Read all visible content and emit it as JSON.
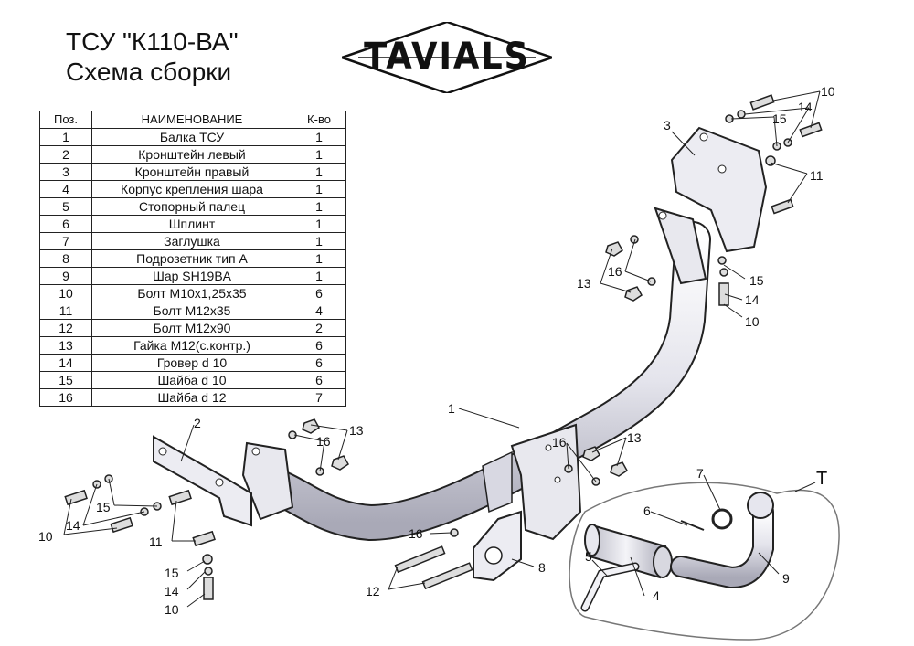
{
  "header": {
    "title_line1": "ТСУ  \"К110-ВА\"",
    "title_line2": "Схема сборки",
    "logo_text": "TAVIALS"
  },
  "table": {
    "headers": [
      "Поз.",
      "НАИМЕНОВАНИЕ",
      "К-во"
    ],
    "rows": [
      [
        "1",
        "Балка ТСУ",
        "1"
      ],
      [
        "2",
        "Кронштейн левый",
        "1"
      ],
      [
        "3",
        "Кронштейн правый",
        "1"
      ],
      [
        "4",
        "Корпус крепления шара",
        "1"
      ],
      [
        "5",
        "Стопорный палец",
        "1"
      ],
      [
        "6",
        "Шплинт",
        "1"
      ],
      [
        "7",
        "Заглушка",
        "1"
      ],
      [
        "8",
        "Подрозетник тип А",
        "1"
      ],
      [
        "9",
        "Шар SH19BA",
        "1"
      ],
      [
        "10",
        "Болт М10х1,25х35",
        "6"
      ],
      [
        "11",
        "Болт М12х35",
        "4"
      ],
      [
        "12",
        "Болт М12х90",
        "2"
      ],
      [
        "13",
        "Гайка М12(с.контр.)",
        "6"
      ],
      [
        "14",
        "Гровер d 10",
        "6"
      ],
      [
        "15",
        "Шайба d 10",
        "6"
      ],
      [
        "16",
        "Шайба d 12",
        "7"
      ]
    ]
  },
  "callouts": {
    "c1": "1",
    "c2": "2",
    "c3": "3",
    "c4": "4",
    "c5": "5",
    "c6": "6",
    "c7": "7",
    "c8": "8",
    "c9": "9",
    "c10a": "10",
    "c10b": "10",
    "c10c": "10",
    "c10d": "10",
    "c11a": "11",
    "c11b": "11",
    "c12": "12",
    "c13a": "13",
    "c13b": "13",
    "c13c": "13",
    "c14a": "14",
    "c14b": "14",
    "c14c": "14",
    "c14d": "14",
    "c15a": "15",
    "c15b": "15",
    "c15c": "15",
    "c15d": "15",
    "c16a": "16",
    "c16b": "16",
    "c16c": "16",
    "c16d": "16",
    "cT": "T"
  }
}
